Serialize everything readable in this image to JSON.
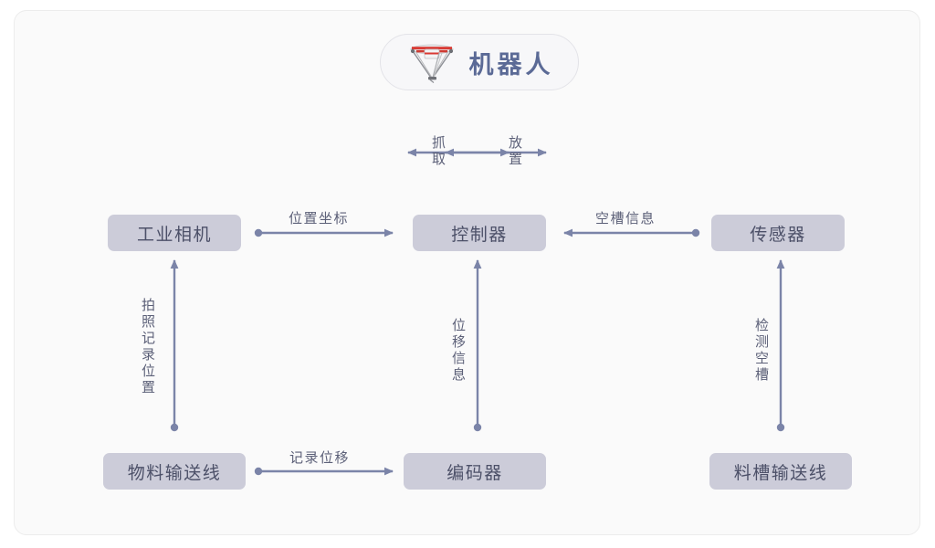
{
  "diagram": {
    "title_node": {
      "label": "机器人",
      "icon": "delta-robot-image"
    },
    "nodes": [
      {
        "id": "industrial-camera",
        "label": "工业相机"
      },
      {
        "id": "controller",
        "label": "控制器"
      },
      {
        "id": "sensor",
        "label": "传感器"
      },
      {
        "id": "material-conveyor",
        "label": "物料输送线"
      },
      {
        "id": "encoder",
        "label": "编码器"
      },
      {
        "id": "slot-conveyor",
        "label": "料槽输送线"
      }
    ],
    "edge_labels": {
      "grab": "抓取",
      "place": "放置",
      "position_coordinates": "位置坐标",
      "empty_slot_info": "空槽信息",
      "photo_record_position": "拍照记录位置",
      "displacement_info": "位移信息",
      "detect_empty_slot": "检测空槽",
      "record_displacement": "记录位移"
    },
    "colors": {
      "node_fill": "#ccccd9",
      "node_text": "#4c5068",
      "connector": "#7b84a8",
      "robot_text": "#5b6a96",
      "card_bg": "#fafafa",
      "card_border": "#ececec"
    }
  }
}
